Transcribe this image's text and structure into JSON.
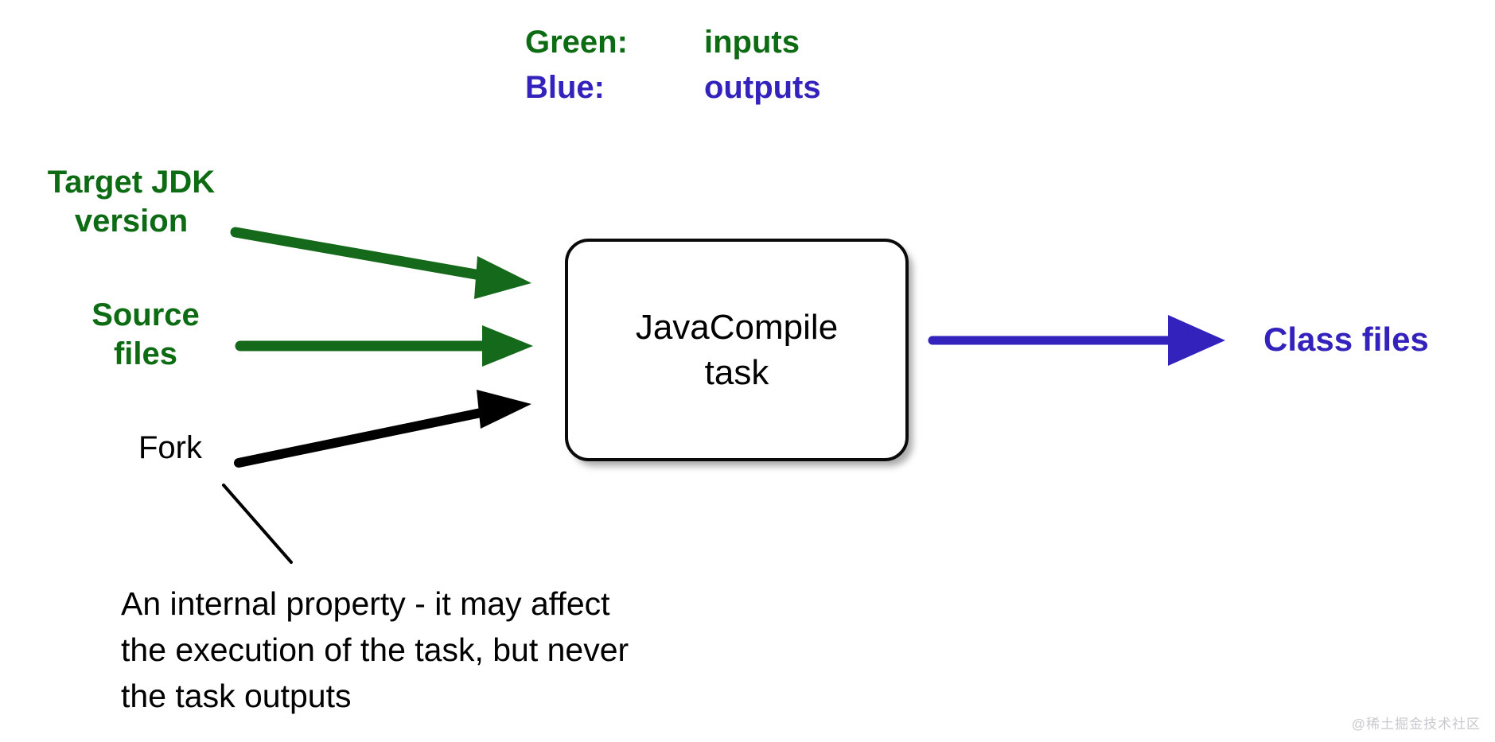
{
  "legend": {
    "rows": [
      {
        "key": "Green:",
        "value": "inputs",
        "color": "#0d6b14"
      },
      {
        "key": "Blue:",
        "value": "outputs",
        "color": "#3322bb"
      }
    ]
  },
  "inputs": [
    {
      "label": "Target JDK\nversion",
      "color": "#0d6b14",
      "kind": "input"
    },
    {
      "label": "Source\nfiles",
      "color": "#0d6b14",
      "kind": "input"
    },
    {
      "label": "Fork",
      "color": "#000000",
      "kind": "internal"
    }
  ],
  "task": {
    "label": "JavaCompile\ntask",
    "fill": "#ffffff",
    "border": "#0a0a0a"
  },
  "outputs": [
    {
      "label": "Class files",
      "color": "#3322bb"
    }
  ],
  "annotation": {
    "text": "An internal property - it may affect\nthe execution of the task, but never\nthe task outputs"
  },
  "arrows": [
    {
      "name": "target-jdk-arrow",
      "color": "#14691a",
      "from": "Target JDK version",
      "to": "JavaCompile task"
    },
    {
      "name": "source-files-arrow",
      "color": "#14691a",
      "from": "Source files",
      "to": "JavaCompile task"
    },
    {
      "name": "fork-arrow",
      "color": "#000000",
      "from": "Fork",
      "to": "JavaCompile task"
    },
    {
      "name": "class-files-arrow",
      "color": "#3322bb",
      "from": "JavaCompile task",
      "to": "Class files"
    }
  ],
  "watermark": {
    "text": "@稀土掘金技术社区"
  }
}
